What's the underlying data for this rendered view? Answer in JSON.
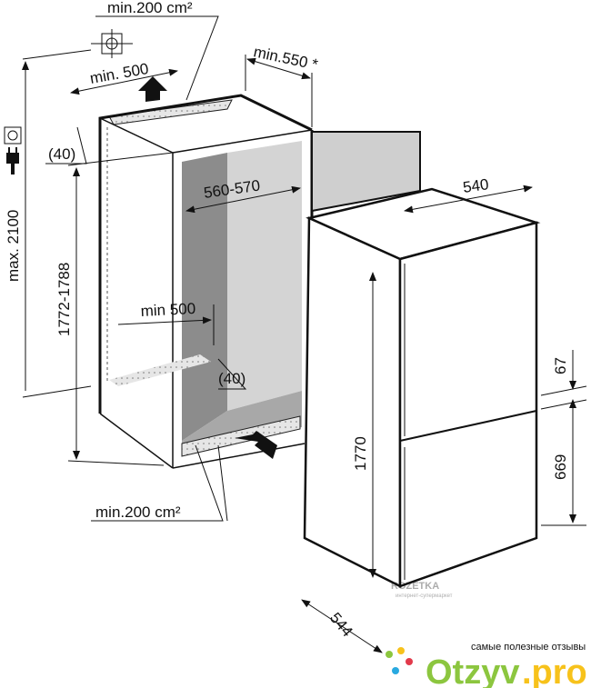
{
  "labels": {
    "top_vent_area": "min.200 cm²",
    "top_min_500": "min. 500",
    "door_clearance": "min.550 *",
    "top_depth_40": "(40)",
    "max_height": "max. 2100",
    "niche_height": "1772-1788",
    "niche_width": "560-570",
    "appliance_width": "540",
    "bottom_min_500": "min 500",
    "bottom_depth_40": "(40)",
    "bottom_vent_area": "min.200 cm²",
    "appliance_height": "1770",
    "divider_height": "67",
    "lower_section_height": "669",
    "appliance_depth": "544"
  },
  "watermarks": {
    "rozetka": "ROZETKA",
    "rozetka_sub": "интернет-супермаркет",
    "otzyv_tagline": "самые полезные отзывы",
    "otzyv_brand": "Otzyv",
    "otzyv_tld": ".pro"
  },
  "icons": [
    "water-connection-icon",
    "socket-icon",
    "plug-icon",
    "airflow-arrow-icon"
  ],
  "colors": {
    "otzyv_green": "#8cc63f",
    "otzyv_yellow": "#f7c21b",
    "panel_dark": "#8a8a8a",
    "panel_light": "#cfcfcf"
  }
}
